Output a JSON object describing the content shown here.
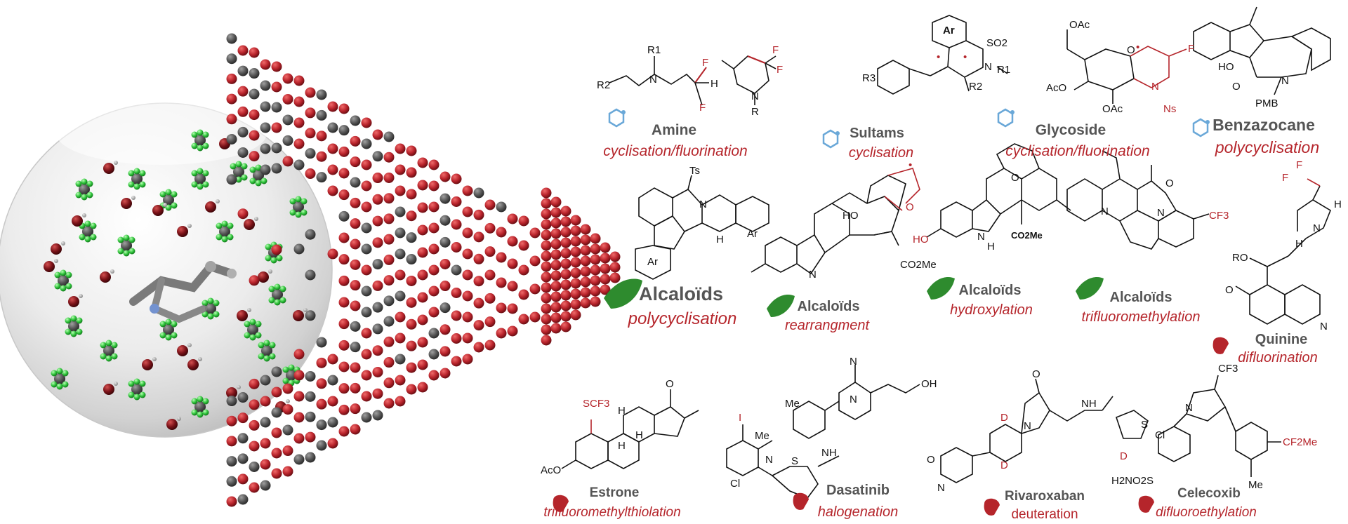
{
  "examples": [
    {
      "id": "amine",
      "title": "Amine",
      "process": "cyclisation/fluorination"
    },
    {
      "id": "sultams",
      "title": "Sultams",
      "process": "cyclisation"
    },
    {
      "id": "glycoside",
      "title": "Glycoside",
      "process": "cyclisation/fluorination"
    },
    {
      "id": "benzazocane",
      "title": "Benzazocane",
      "process": "polycyclisation"
    },
    {
      "id": "alc1",
      "title": "Alcaloïds",
      "process": "polycyclisation"
    },
    {
      "id": "alc2",
      "title": "Alcaloïds",
      "process": "rearrangment"
    },
    {
      "id": "alc3",
      "title": "Alcaloïds",
      "process": "hydroxylation"
    },
    {
      "id": "alc4",
      "title": "Alcaloïds",
      "process": "trifluoromethylation"
    },
    {
      "id": "quinine",
      "title": "Quinine",
      "process": "difluorination"
    },
    {
      "id": "estrone",
      "title": "Estrone",
      "process": "trifluoromethylthiolation"
    },
    {
      "id": "dasatinib",
      "title": "Dasatinib",
      "process": "halogenation"
    },
    {
      "id": "rivaroxaban",
      "title": "Rivaroxaban",
      "process": "deuteration"
    },
    {
      "id": "celecoxib",
      "title": "Celecoxib",
      "process": "difluoroethylation"
    }
  ],
  "structure_text": {
    "r1": "R1",
    "r2": "R2",
    "n": "N",
    "h": "H",
    "f": "F",
    "r": "R",
    "ar": "Ar",
    "so2": "SO2",
    "r3": "R3",
    "nh": "NH",
    "ts": "Ts",
    "ho": "HO",
    "o": "O",
    "oh": "OH",
    "oac": "OAc",
    "aco": "AcO",
    "ns": "Ns",
    "pmb": "PMB",
    "ro": "RO",
    "co2me": "CO2Me",
    "cf3": "CF3",
    "scf3": "SCF3",
    "me": "Me",
    "cl": "Cl",
    "i": "I",
    "s": "S",
    "d": "D",
    "cf2me": "CF2Me",
    "h2no2s": "H2NO2S",
    "bullet": "•"
  },
  "colors": {
    "accent": "#b5252b",
    "title": "#555555",
    "dark_bead": "#5a5a5a",
    "red_bead": "#b01f2a",
    "leaf": "#2e8b2e",
    "icon_blue": "#6aa8d8"
  }
}
